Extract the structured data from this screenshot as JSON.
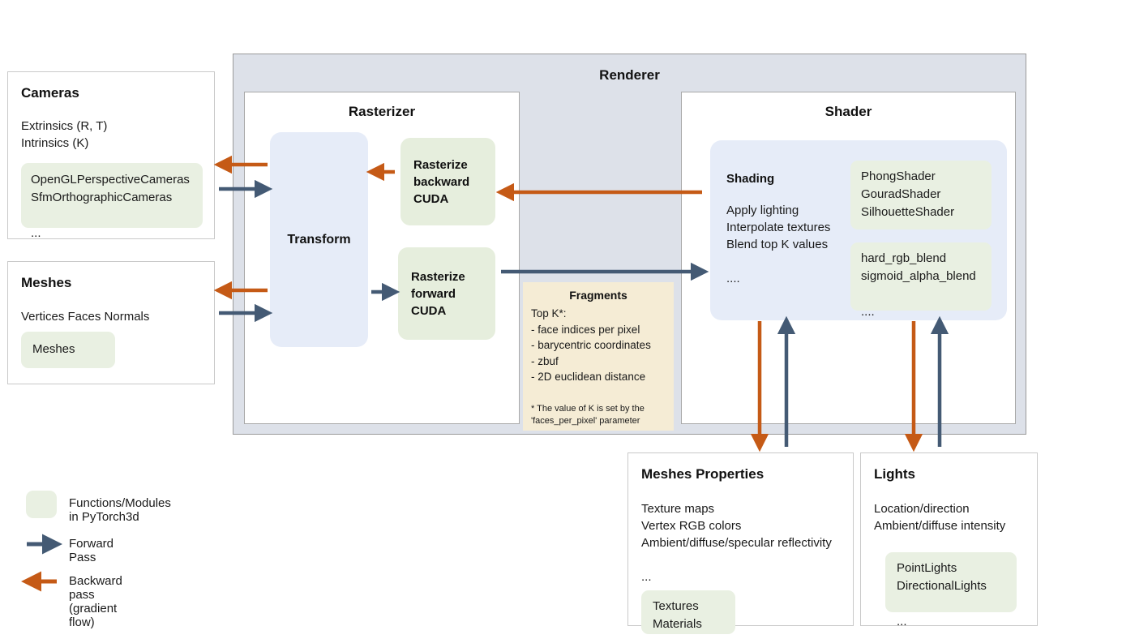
{
  "colors": {
    "forward_arrow": "#445a74",
    "backward_arrow": "#c55a16",
    "module_chip": "#e9f0e2",
    "renderer_bg": "#dde1e9",
    "blue_block": "#e6ecf8",
    "green_block": "#e6eedd",
    "fragments_bg": "#f5ecd5"
  },
  "cameras": {
    "title": "Cameras",
    "body": "Extrinsics (R, T)\nIntrinsics (K)",
    "chip": "OpenGLPerspectiveCameras\nSfmOrthographicCameras\n\n..."
  },
  "meshes": {
    "title": "Meshes",
    "body": "Vertices   Faces   Normals",
    "chip": "Meshes"
  },
  "renderer": {
    "title": "Renderer",
    "rasterizer": {
      "title": "Rasterizer",
      "transform_label": "Transform",
      "rasterize_backward": "Rasterize\nbackward\nCUDA",
      "rasterize_forward": "Rasterize\nforward\nCUDA"
    },
    "fragments": {
      "title": "Fragments",
      "body": "Top K*:\n- face indices per pixel\n- barycentric coordinates\n- zbuf\n- 2D euclidean distance",
      "note": "* The value of K is set by the\n'faces_per_pixel' parameter"
    },
    "shader": {
      "title": "Shader",
      "shading_title": "Shading",
      "shading_body": "Apply lighting\nInterpolate textures\nBlend top K values\n\n....",
      "chip_shaders": "PhongShader\nGouradShader\nSilhouetteShader\n\n...",
      "chip_blends": "hard_rgb_blend\nsigmoid_alpha_blend\n\n...."
    }
  },
  "meshes_properties": {
    "title": "Meshes Properties",
    "body": "Texture maps\nVertex RGB colors\nAmbient/diffuse/specular reflectivity\n\n...",
    "chip": "Textures\nMaterials"
  },
  "lights": {
    "title": "Lights",
    "body": "Location/direction\nAmbient/diffuse intensity",
    "chip": "PointLights\nDirectionalLights\n\n..."
  },
  "legend": {
    "items": [
      {
        "label": "Functions/Modules in PyTorch3d",
        "marker": "green-swatch"
      },
      {
        "label": "Forward Pass",
        "marker": "forward-arrow"
      },
      {
        "label": "Backward pass (gradient flow)",
        "marker": "backward-arrow"
      }
    ]
  }
}
